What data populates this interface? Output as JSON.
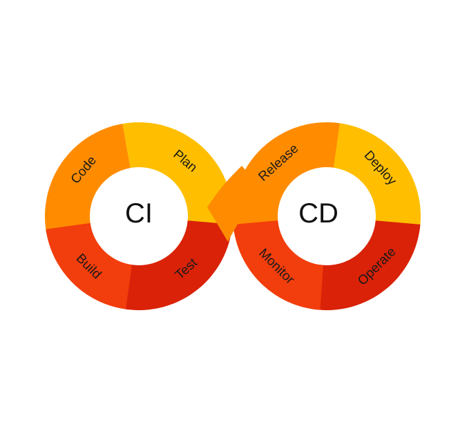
{
  "diagram": {
    "left_loop": {
      "center_label": "CI",
      "segments": [
        {
          "label": "Plan",
          "color": "#ffbf00"
        },
        {
          "label": "Code",
          "color": "#ff8c00"
        },
        {
          "label": "Build",
          "color": "#f23d0c"
        },
        {
          "label": "Test",
          "color": "#d92208"
        }
      ]
    },
    "right_loop": {
      "center_label": "CD",
      "segments": [
        {
          "label": "Release",
          "color": "#ff8c00"
        },
        {
          "label": "Deploy",
          "color": "#ffbf00"
        },
        {
          "label": "Operate",
          "color": "#d92208"
        },
        {
          "label": "Monitor",
          "color": "#f23d0c"
        }
      ]
    }
  }
}
